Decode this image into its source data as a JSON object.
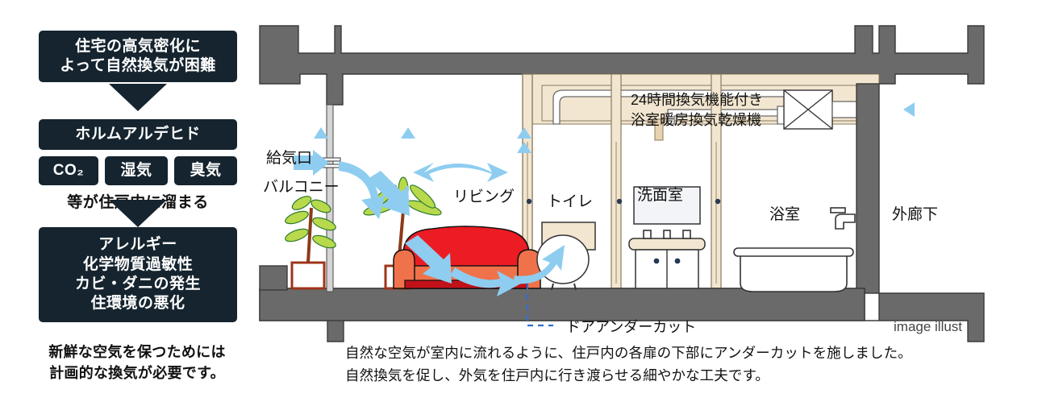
{
  "flow": {
    "box1": [
      "住宅の高気密化に",
      "よって自然換気が困難"
    ],
    "box2": "ホルムアルデヒド",
    "chips": [
      "CO₂",
      "湿気",
      "臭気"
    ],
    "accumulate_note": "等が住戸内に溜まる",
    "box3": [
      "アレルギー",
      "化学物質過敏性",
      "カビ・ダニの発生",
      "住環境の悪化"
    ],
    "closing": [
      "新鮮な空気を保つためには",
      "計画的な換気が必要です。"
    ],
    "navy_color": "#15242e"
  },
  "diagram": {
    "labels": {
      "air_inlet": "給気口",
      "balcony": "バルコニー",
      "living": "リビング",
      "toilet": "トイレ",
      "washroom": "洗面室",
      "bathroom": "浴室",
      "outer_corridor": "外廊下",
      "unit_line1": "24時間換気機能付き",
      "unit_line2": "浴室暖房換気乾燥機",
      "door_undercut": "ドアアンダーカット"
    },
    "credit": "image illust",
    "colors": {
      "wall": "#6a6a6a",
      "ceiling_fill": "#f3e6d0",
      "duct_frame": "#e8d3b0",
      "arrow_blue": "#8ecdf0",
      "sofa_red": "#ec1c24",
      "sofa_arm": "#f0724a",
      "plant_green": "#b7d94b",
      "undercut_dash": "#2e6fd0"
    }
  },
  "caption": [
    "自然な空気が室内に流れるように、住戸内の各扉の下部にアンダーカットを施しました。",
    "自然換気を促し、外気を住戸内に行き渡らせる細やかな工夫です。"
  ]
}
